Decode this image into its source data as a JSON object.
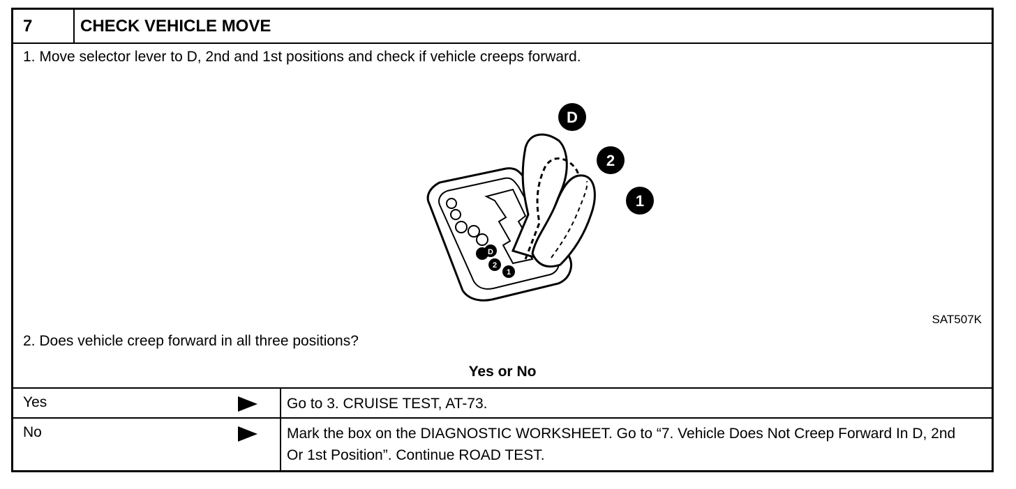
{
  "header": {
    "step_number": "7",
    "title": "CHECK VEHICLE MOVE"
  },
  "steps": [
    "1.  Move selector lever to D, 2nd and 1st positions and check if vehicle creeps forward.",
    "2.  Does vehicle creep forward in all three positions?"
  ],
  "figure": {
    "code": "SAT507K",
    "callouts": [
      "D",
      "2",
      "1"
    ],
    "gate_markers": [
      "D",
      "2",
      "1"
    ],
    "icon": "shift-lever-illustration"
  },
  "question_label": "Yes or No",
  "results": [
    {
      "answer": "Yes",
      "action": "Go to 3. CRUISE TEST, AT-73."
    },
    {
      "answer": "No",
      "action": "Mark the box on the DIAGNOSTIC WORKSHEET. Go to “7. Vehicle Does Not Creep Forward In D, 2nd Or 1st Position”. Continue ROAD TEST."
    }
  ],
  "colors": {
    "ink": "#000000",
    "paper": "#ffffff"
  }
}
